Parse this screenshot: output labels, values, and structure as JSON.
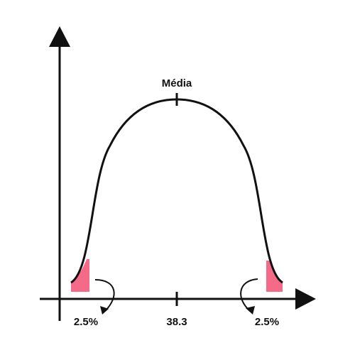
{
  "diagram": {
    "mean_label": "Média",
    "center_value": "38.3",
    "left_tail_label": "2.5%",
    "right_tail_label": "2.5%",
    "colors": {
      "stroke": "#111111",
      "tail_fill": "#f56a86",
      "background": "#ffffff"
    },
    "icons": {
      "y_axis_arrowhead": "triangle-up",
      "x_axis_arrowhead": "triangle-right",
      "pointer_arrows": "curved-arrow"
    }
  }
}
